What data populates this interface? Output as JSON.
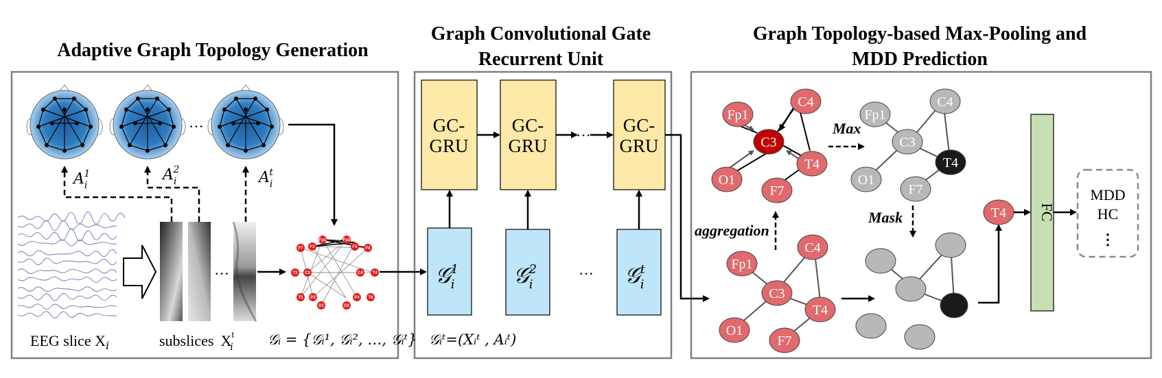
{
  "sections": {
    "left_title": "Adaptive Graph Topology Generation",
    "middle_title_line1": "Graph Convolutional Gate",
    "middle_title_line2": "Recurrent Unit",
    "right_title_line1": "Graph Topology-based Max-Pooling and",
    "right_title_line2": "MDD Prediction"
  },
  "left": {
    "adj_label": "A",
    "adj_sub": "i",
    "adj_sups": [
      "1",
      "2",
      "t"
    ],
    "eeg_label": "EEG slice X",
    "eeg_sub": "i",
    "subslices_label": "subslices",
    "subslice_sym": "X",
    "subslice_sup": "t",
    "subslice_sub": "i",
    "graph_set": "𝒢ᵢ = {𝒢ᵢ¹, 𝒢ᵢ², …, 𝒢ᵢᵗ}",
    "dots": "···",
    "mini_graph_nodes": [
      "F7",
      "F3",
      "Fp1",
      "Fp2",
      "F4",
      "F8",
      "T3",
      "C3",
      "C4",
      "T4",
      "T5",
      "P3",
      "O1",
      "O2",
      "P4",
      "T6"
    ]
  },
  "middle": {
    "gcgru_line1": "GC-",
    "gcgru_line2": "GRU",
    "graph_symbol": "𝒢",
    "graph_sub": "i",
    "graph_sups": [
      "1",
      "2",
      "t"
    ],
    "formula": "𝒢ᵢᵗ=(Xᵢᵗ , Aᵢᵗ)",
    "dots": "···"
  },
  "right": {
    "nodes": [
      "Fp1",
      "C4",
      "C3",
      "O1",
      "T4",
      "F7"
    ],
    "max_label": "Max",
    "mask_label": "Mask",
    "aggregation_label": "aggregation",
    "output_node": "T4",
    "fc_label": "FC",
    "outputs": [
      "MDD",
      "HC"
    ],
    "vdots": "⋮"
  },
  "colors": {
    "head_blue": "#2a6fb0",
    "node_red": "#e06a6d",
    "node_dark_red": "#c00000",
    "gcgru_fill": "#fde9a8",
    "graph_fill": "#bfe6f8",
    "fc_fill": "#c6e0b4",
    "gray_node": "#b8b8b8",
    "black_node": "#1a1a1a"
  }
}
